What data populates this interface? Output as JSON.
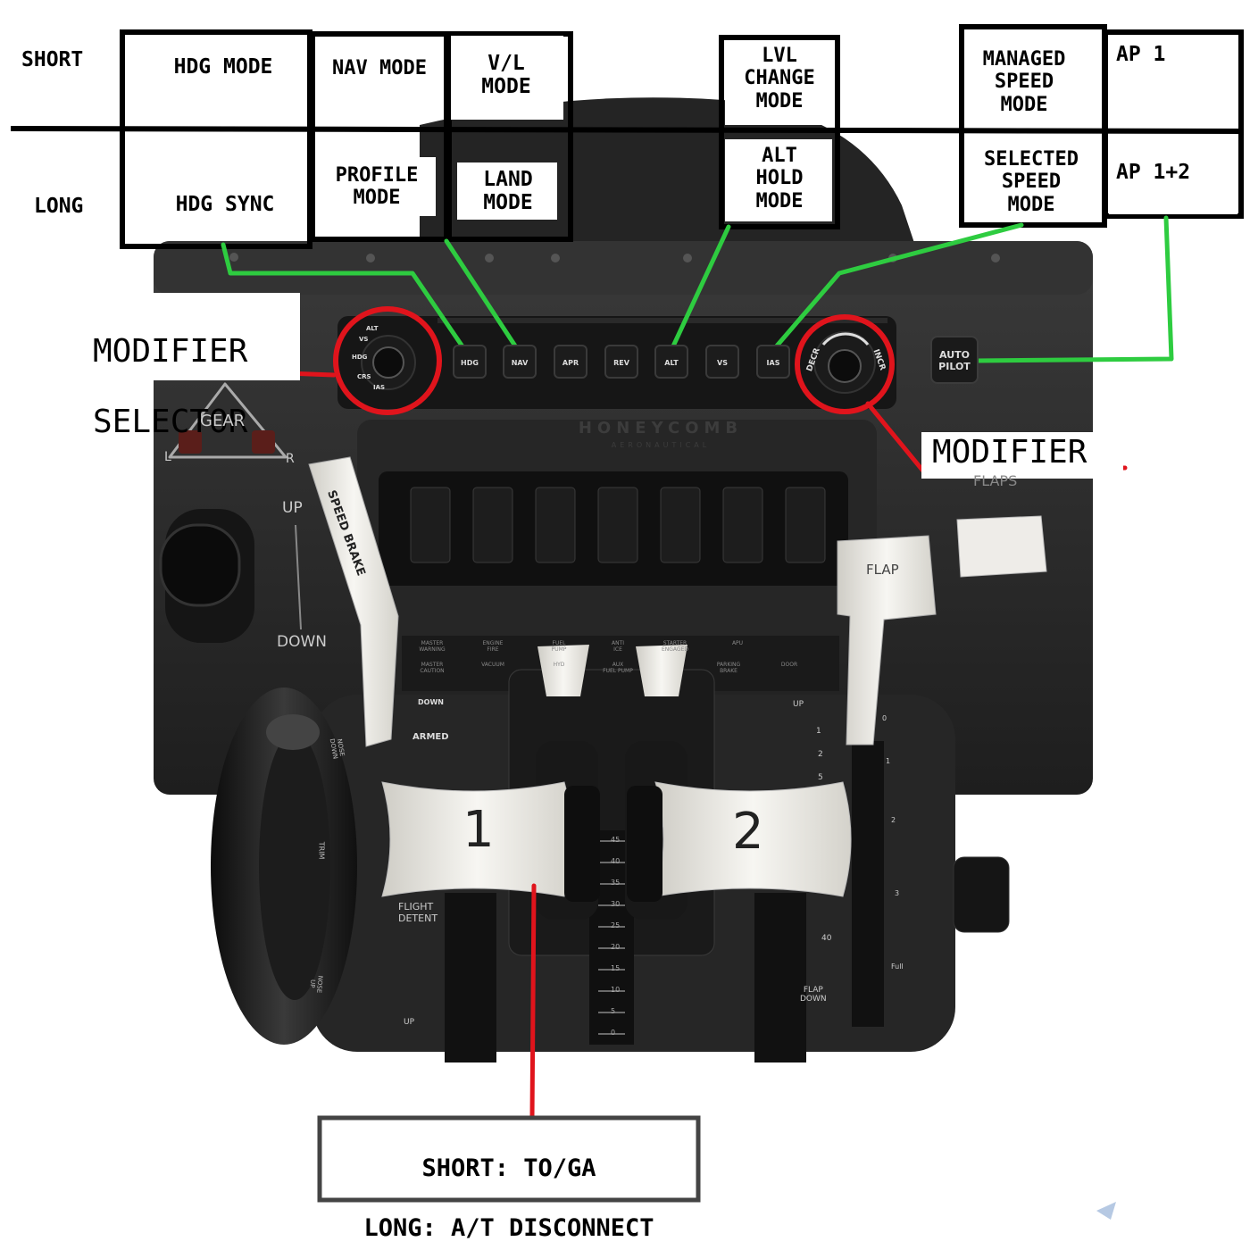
{
  "rows": {
    "short": "SHORT",
    "long": "LONG"
  },
  "mapping_boxes": {
    "hdg_mode": "HDG MODE",
    "hdg_sync": "HDG SYNC",
    "nav_mode": "NAV MODE",
    "profile_mode": "PROFILE\nMODE",
    "vl_mode": "V/L\nMODE",
    "land_mode": "LAND\nMODE",
    "lvl_change_mode": "LVL\nCHANGE\nMODE",
    "alt_hold_mode": "ALT\nHOLD\nMODE",
    "managed_speed_mode": "MANAGED\nSPEED\nMODE",
    "selected_speed_mode": "SELECTED\nSPEED\nMODE",
    "ap1": "AP 1",
    "ap12": "AP 1+2"
  },
  "callouts": {
    "modifier_selector_line1": "MODIFIER",
    "modifier_selector_line2": "SELECTOR",
    "modifier": "MODIFIER",
    "toga_line1": "SHORT: TO/GA",
    "toga_line2": "LONG: A/T DISCONNECT"
  },
  "device": {
    "brand": "HONEYCOMB",
    "brand_sub": "AERONAUTICAL",
    "buttons": [
      "HDG",
      "NAV",
      "APR",
      "REV",
      "ALT",
      "VS",
      "IAS"
    ],
    "autopilot_label": "AUTO\nPILOT",
    "selector_labels": [
      "ALT",
      "VS",
      "HDG",
      "CRS",
      "IAS"
    ],
    "modifier_decr": "DECR",
    "modifier_incr": "INCR",
    "gear": {
      "title": "GEAR",
      "left": "L",
      "right": "R",
      "up": "UP",
      "down": "DOWN"
    },
    "speed_brake": "SPEED BRAKE",
    "speed_brake_positions": [
      "DOWN",
      "ARMED"
    ],
    "flaps": "FLAPS",
    "flap": "FLAP",
    "flap_scale": [
      "0",
      "1",
      "2",
      "3",
      "Full"
    ],
    "flap_marks": [
      "UP",
      "1",
      "2",
      "5",
      "40"
    ],
    "flap_down": "FLAP\nDOWN",
    "annunciators": [
      "MASTER\nWARNING",
      "ENGINE\nFIRE",
      "FUEL\nPUMP",
      "ANTI\nICE",
      "STARTER\nENGAGED",
      "APU",
      "MASTER\nCAUTION",
      "VACUUM",
      "HYD",
      "AUX\nFUEL PUMP",
      "PARKING\nBRAKE",
      "DOOR"
    ],
    "throttle_1": "1",
    "throttle_2": "2",
    "flight_detent": "FLIGHT\nDETENT",
    "trim": "TRIM",
    "nose_down": "NOSE\nDOWN",
    "nose_up": "NOSE\nUP",
    "up_mark": "UP",
    "center_scale": [
      "45",
      "40",
      "35",
      "30",
      "25",
      "20",
      "15",
      "10",
      "5",
      "0"
    ]
  },
  "colors": {
    "connector": "#2ecc40",
    "callout": "#e0141c",
    "body": "#2b2b2b",
    "lever": "#eeece6"
  }
}
